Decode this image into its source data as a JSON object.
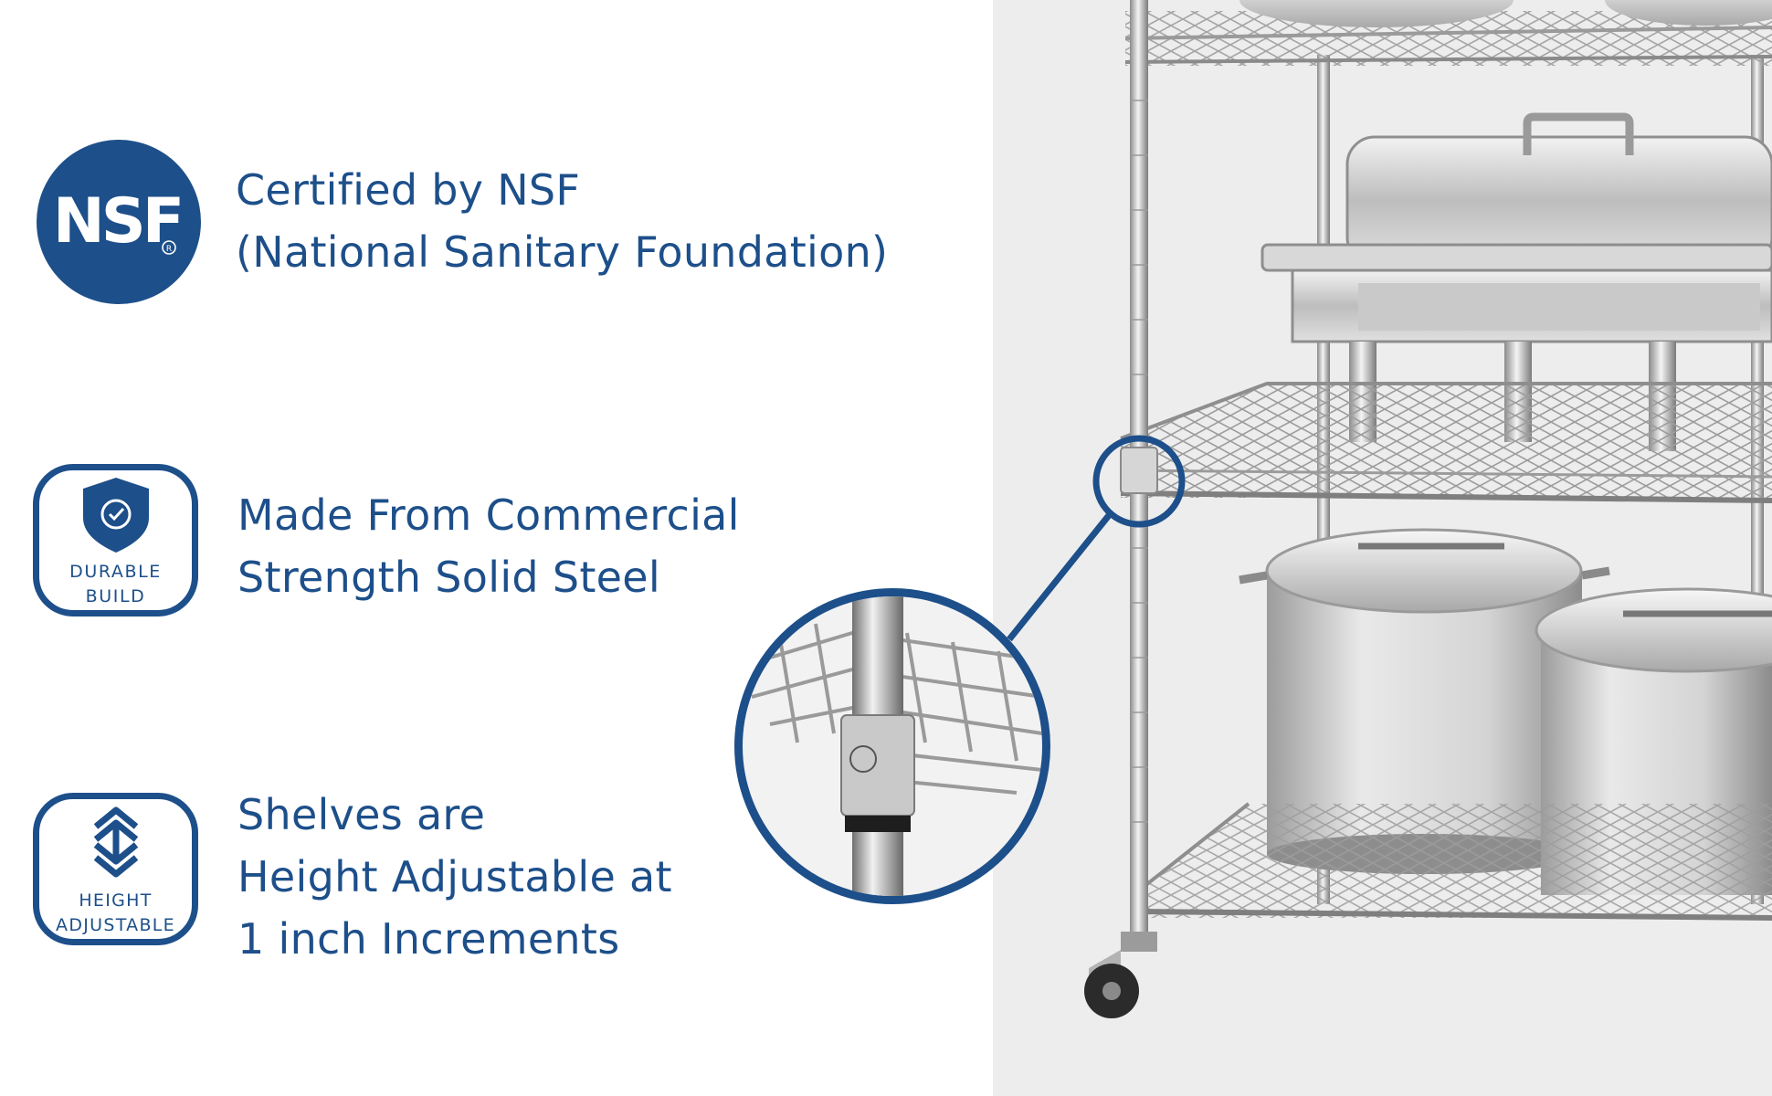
{
  "features": [
    {
      "id": "nsf",
      "icon": "nsf-logo-icon",
      "badge_text": "NSF",
      "lines": [
        "Certified by NSF",
        "(National Sanitary Foundation)"
      ]
    },
    {
      "id": "durable",
      "icon": "shield-check-icon",
      "badge_lines": [
        "DURABLE",
        "BUILD"
      ],
      "lines": [
        "Made From Commercial",
        "Strength Solid Steel"
      ]
    },
    {
      "id": "height",
      "icon": "vertical-arrows-icon",
      "badge_lines": [
        "HEIGHT",
        "ADJUSTABLE"
      ],
      "lines": [
        "Shelves are",
        "Height Adjustable at",
        "1 inch Increments"
      ]
    }
  ],
  "colors": {
    "brand_blue": "#1d4f8a",
    "photo_background": "#ededed",
    "page_background": "#ffffff"
  }
}
